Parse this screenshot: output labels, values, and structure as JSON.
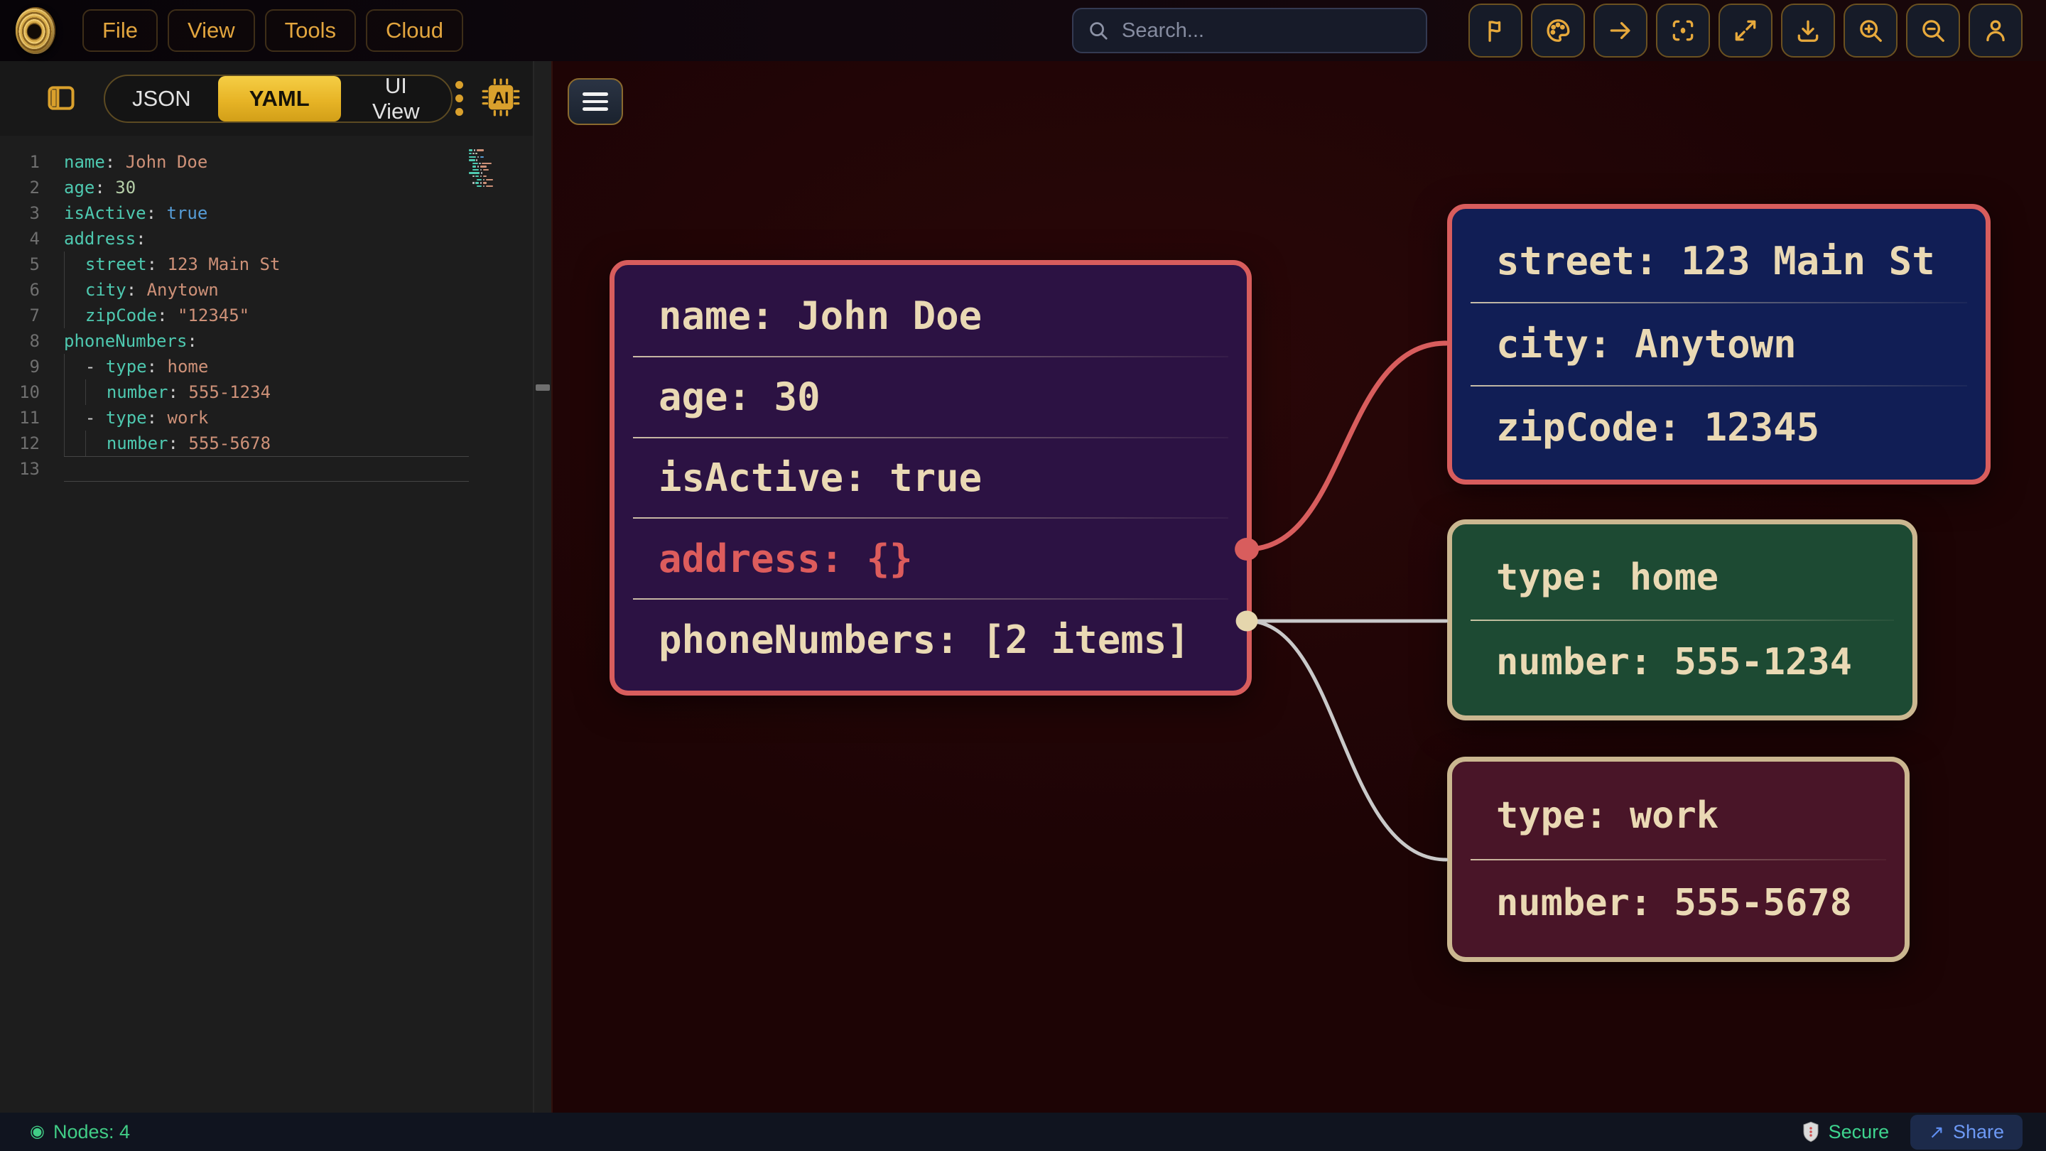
{
  "topbar": {
    "menus": [
      {
        "label": "File"
      },
      {
        "label": "View"
      },
      {
        "label": "Tools"
      },
      {
        "label": "Cloud"
      }
    ],
    "search_placeholder": "Search...",
    "icon_buttons": [
      "flag-icon",
      "palette-icon",
      "arrow-right-icon",
      "focus-center-icon",
      "expand-icon",
      "download-icon",
      "zoom-in-icon",
      "zoom-out-icon",
      "user-icon"
    ]
  },
  "left_panel": {
    "tabs": [
      {
        "label": "JSON",
        "active": false
      },
      {
        "label": "YAML",
        "active": true
      },
      {
        "label": "UI View",
        "active": false
      }
    ],
    "ai_badge": "AI",
    "editor": {
      "lines": [
        {
          "num": "1",
          "tokens": [
            [
              "key",
              "name"
            ],
            [
              "punct",
              ": "
            ],
            [
              "str",
              "John Doe"
            ]
          ]
        },
        {
          "num": "2",
          "tokens": [
            [
              "key",
              "age"
            ],
            [
              "punct",
              ": "
            ],
            [
              "num",
              "30"
            ]
          ]
        },
        {
          "num": "3",
          "tokens": [
            [
              "key",
              "isActive"
            ],
            [
              "punct",
              ": "
            ],
            [
              "bool",
              "true"
            ]
          ]
        },
        {
          "num": "4",
          "tokens": [
            [
              "key",
              "address"
            ],
            [
              "punct",
              ":"
            ]
          ]
        },
        {
          "num": "5",
          "tokens": [
            [
              "guide",
              ""
            ],
            [
              "ws",
              "  "
            ],
            [
              "key",
              "street"
            ],
            [
              "punct",
              ": "
            ],
            [
              "str",
              "123 Main St"
            ]
          ]
        },
        {
          "num": "6",
          "tokens": [
            [
              "guide",
              ""
            ],
            [
              "ws",
              "  "
            ],
            [
              "key",
              "city"
            ],
            [
              "punct",
              ": "
            ],
            [
              "str",
              "Anytown"
            ]
          ]
        },
        {
          "num": "7",
          "tokens": [
            [
              "guide",
              ""
            ],
            [
              "ws",
              "  "
            ],
            [
              "key",
              "zipCode"
            ],
            [
              "punct",
              ": "
            ],
            [
              "str",
              "\"12345\""
            ]
          ]
        },
        {
          "num": "8",
          "tokens": [
            [
              "key",
              "phoneNumbers"
            ],
            [
              "punct",
              ":"
            ]
          ]
        },
        {
          "num": "9",
          "tokens": [
            [
              "guide",
              ""
            ],
            [
              "ws",
              "  "
            ],
            [
              "punct",
              "- "
            ],
            [
              "key",
              "type"
            ],
            [
              "punct",
              ": "
            ],
            [
              "str",
              "home"
            ]
          ]
        },
        {
          "num": "10",
          "tokens": [
            [
              "guide",
              ""
            ],
            [
              "ws",
              "  "
            ],
            [
              "guide",
              ""
            ],
            [
              "ws",
              "  "
            ],
            [
              "key",
              "number"
            ],
            [
              "punct",
              ": "
            ],
            [
              "str",
              "555-1234"
            ]
          ]
        },
        {
          "num": "11",
          "tokens": [
            [
              "guide",
              ""
            ],
            [
              "ws",
              "  "
            ],
            [
              "punct",
              "- "
            ],
            [
              "key",
              "type"
            ],
            [
              "punct",
              ": "
            ],
            [
              "str",
              "work"
            ]
          ]
        },
        {
          "num": "12",
          "tokens": [
            [
              "guide",
              ""
            ],
            [
              "ws",
              "  "
            ],
            [
              "guide",
              ""
            ],
            [
              "ws",
              "  "
            ],
            [
              "key",
              "number"
            ],
            [
              "punct",
              ": "
            ],
            [
              "str",
              "555-5678"
            ]
          ]
        },
        {
          "num": "13",
          "tokens": [],
          "current": true
        }
      ]
    }
  },
  "canvas": {
    "nodes": [
      {
        "id": "root",
        "bg": "#2c1243",
        "border": "#d85d5d",
        "rows": [
          {
            "text": "name: John Doe"
          },
          {
            "text": "age: 30"
          },
          {
            "text": "isActive: true"
          },
          {
            "text": "address: {}",
            "variant": "error"
          },
          {
            "text": "phoneNumbers: [2 items]"
          }
        ]
      },
      {
        "id": "address",
        "bg": "#111e55",
        "border": "#d85d5d",
        "rows": [
          {
            "text": "street: 123 Main St"
          },
          {
            "text": "city: Anytown"
          },
          {
            "text": "zipCode: 12345"
          }
        ]
      },
      {
        "id": "phone-home",
        "bg": "#1d4a33",
        "border": "#cbb790",
        "rows": [
          {
            "text": "type: home"
          },
          {
            "text": "number: 555-1234"
          }
        ]
      },
      {
        "id": "phone-work",
        "bg": "#491528",
        "border": "#cbb790",
        "rows": [
          {
            "text": "type: work"
          },
          {
            "text": "number: 555-5678"
          }
        ]
      }
    ],
    "colors": {
      "edge_red": "#d85d5d",
      "edge_gray": "#c9c9c9",
      "handle_red": "#d85d5d",
      "handle_cream": "#e5d6ad",
      "accent_gold": "#e2a53e"
    }
  },
  "statusbar": {
    "nodes_count": "Nodes: 4",
    "secure": "Secure",
    "share": "Share"
  }
}
